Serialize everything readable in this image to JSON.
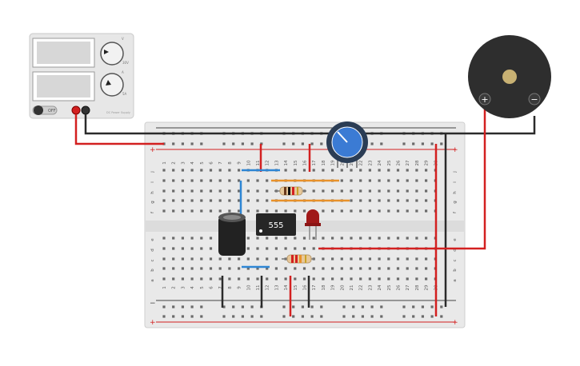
{
  "power_supply": {
    "switch_label": "OFF",
    "voltage_knob_label": "V",
    "voltage_knob_max": "30V",
    "current_knob_label": "A",
    "current_knob_max": "5A",
    "brand_text": "DC Power Supply",
    "plus_terminal_color": "#d32020",
    "minus_terminal_color": "#333333"
  },
  "breadboard": {
    "columns": [
      "1",
      "2",
      "3",
      "4",
      "5",
      "6",
      "7",
      "8",
      "9",
      "10",
      "11",
      "12",
      "13",
      "14",
      "15",
      "16",
      "17",
      "18",
      "19",
      "20",
      "21",
      "22",
      "23",
      "24",
      "25",
      "26",
      "27",
      "28",
      "29",
      "30"
    ],
    "row_labels_top": [
      "j",
      "i",
      "h",
      "g",
      "f"
    ],
    "row_labels_bottom": [
      "e",
      "d",
      "c",
      "b",
      "a"
    ],
    "rail_plus": "+",
    "rail_minus": "−"
  },
  "components": {
    "ic_label": "555",
    "buzzer_plus": "+",
    "buzzer_minus": "−",
    "led_color": "#a01818",
    "capacitor_color": "#222222",
    "potentiometer_color": "#3b7bd4"
  },
  "colors": {
    "wire_red": "#d32020",
    "wire_black": "#2b2b2b",
    "wire_blue": "#2e86d4",
    "wire_orange": "#e8912a"
  }
}
